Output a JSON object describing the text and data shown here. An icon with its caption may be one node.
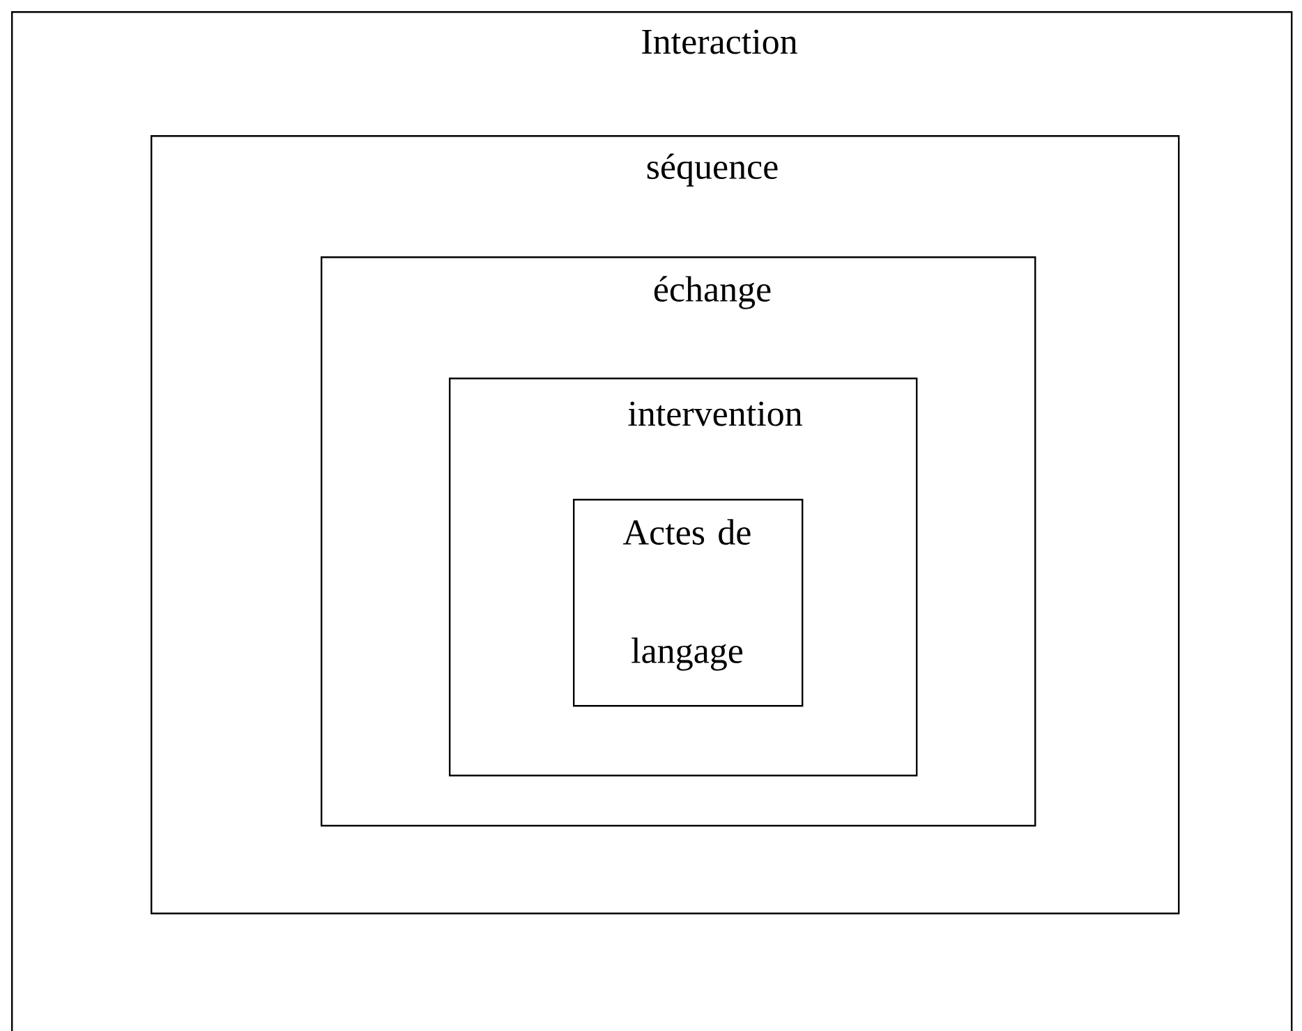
{
  "diagram": {
    "nodes": [
      {
        "text": [
          "Interaction"
        ]
      },
      {
        "text": [
          "séquence"
        ],
        "in": 0
      },
      {
        "text": [
          "échange"
        ],
        "in": 1
      },
      {
        "text": [
          "intervention"
        ],
        "in": 2
      },
      {
        "text": [
          "Actes de langage"
        ],
        "in": 3
      }
    ]
  }
}
